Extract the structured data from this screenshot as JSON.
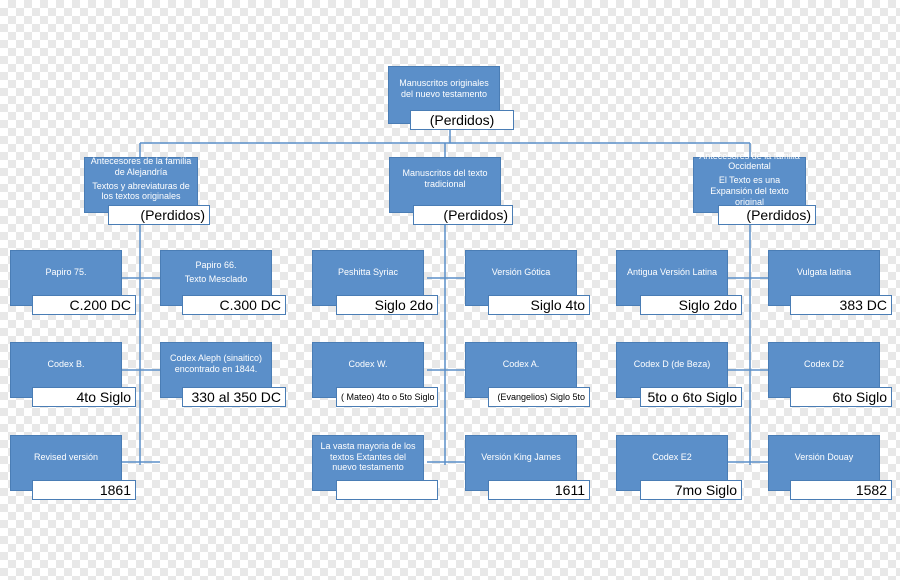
{
  "colors": {
    "node": "#5b8fc9",
    "line": "#5b8fc9",
    "tag_border": "#4a7db5"
  },
  "root": {
    "text": "Manuscritos originales del nuevo testamento",
    "tag": "(Perdidos)"
  },
  "branches": [
    {
      "text": "Antecesores de la familia de Alejandría",
      "text2": "Textos y abreviaturas de los textos originales",
      "tag": "(Perdidos)"
    },
    {
      "text": "Manuscritos del texto tradicional",
      "text2": "",
      "tag": "(Perdidos)"
    },
    {
      "text": "Antecesores de la familia Occidental",
      "text2": "El Texto es una Expansión del texto original",
      "tag": "(Perdidos)"
    }
  ],
  "leaves": [
    {
      "text": "Papiro 75.",
      "text2": "",
      "tag": "C.200 DC"
    },
    {
      "text": "Papiro 66.",
      "text2": "Texto Mesclado",
      "tag": "C.300 DC"
    },
    {
      "text": "Codex B.",
      "text2": "",
      "tag": "4to Siglo"
    },
    {
      "text": "Codex Aleph (sinaitico) encontrado en 1844.",
      "text2": "",
      "tag": "330 al 350 DC"
    },
    {
      "text": "Revised versión",
      "text2": "",
      "tag": "1861"
    },
    {
      "text": "Peshitta Syriac",
      "text2": "",
      "tag": "Siglo 2do"
    },
    {
      "text": "Versión Gótica",
      "text2": "",
      "tag": "Siglo 4to"
    },
    {
      "text": "Codex W.",
      "text2": "",
      "tag": "( Mateo) 4to o 5to Siglo"
    },
    {
      "text": "Codex A.",
      "text2": "",
      "tag": "(Evangelios) Siglo 5to"
    },
    {
      "text": "La vasta mayoria de los textos Extantes del nuevo testamento",
      "text2": "",
      "tag": ""
    },
    {
      "text": "Versión King James",
      "text2": "",
      "tag": "1611"
    },
    {
      "text": "Antigua Versión Latina",
      "text2": "",
      "tag": "Siglo 2do"
    },
    {
      "text": "Vulgata latina",
      "text2": "",
      "tag": "383 DC"
    },
    {
      "text": "Codex D (de Beza)",
      "text2": "",
      "tag": "5to o 6to Siglo"
    },
    {
      "text": "Codex D2",
      "text2": "",
      "tag": "6to Siglo"
    },
    {
      "text": "Codex E2",
      "text2": "",
      "tag": "7mo Siglo"
    },
    {
      "text": "Versión Douay",
      "text2": "",
      "tag": "1582"
    }
  ]
}
